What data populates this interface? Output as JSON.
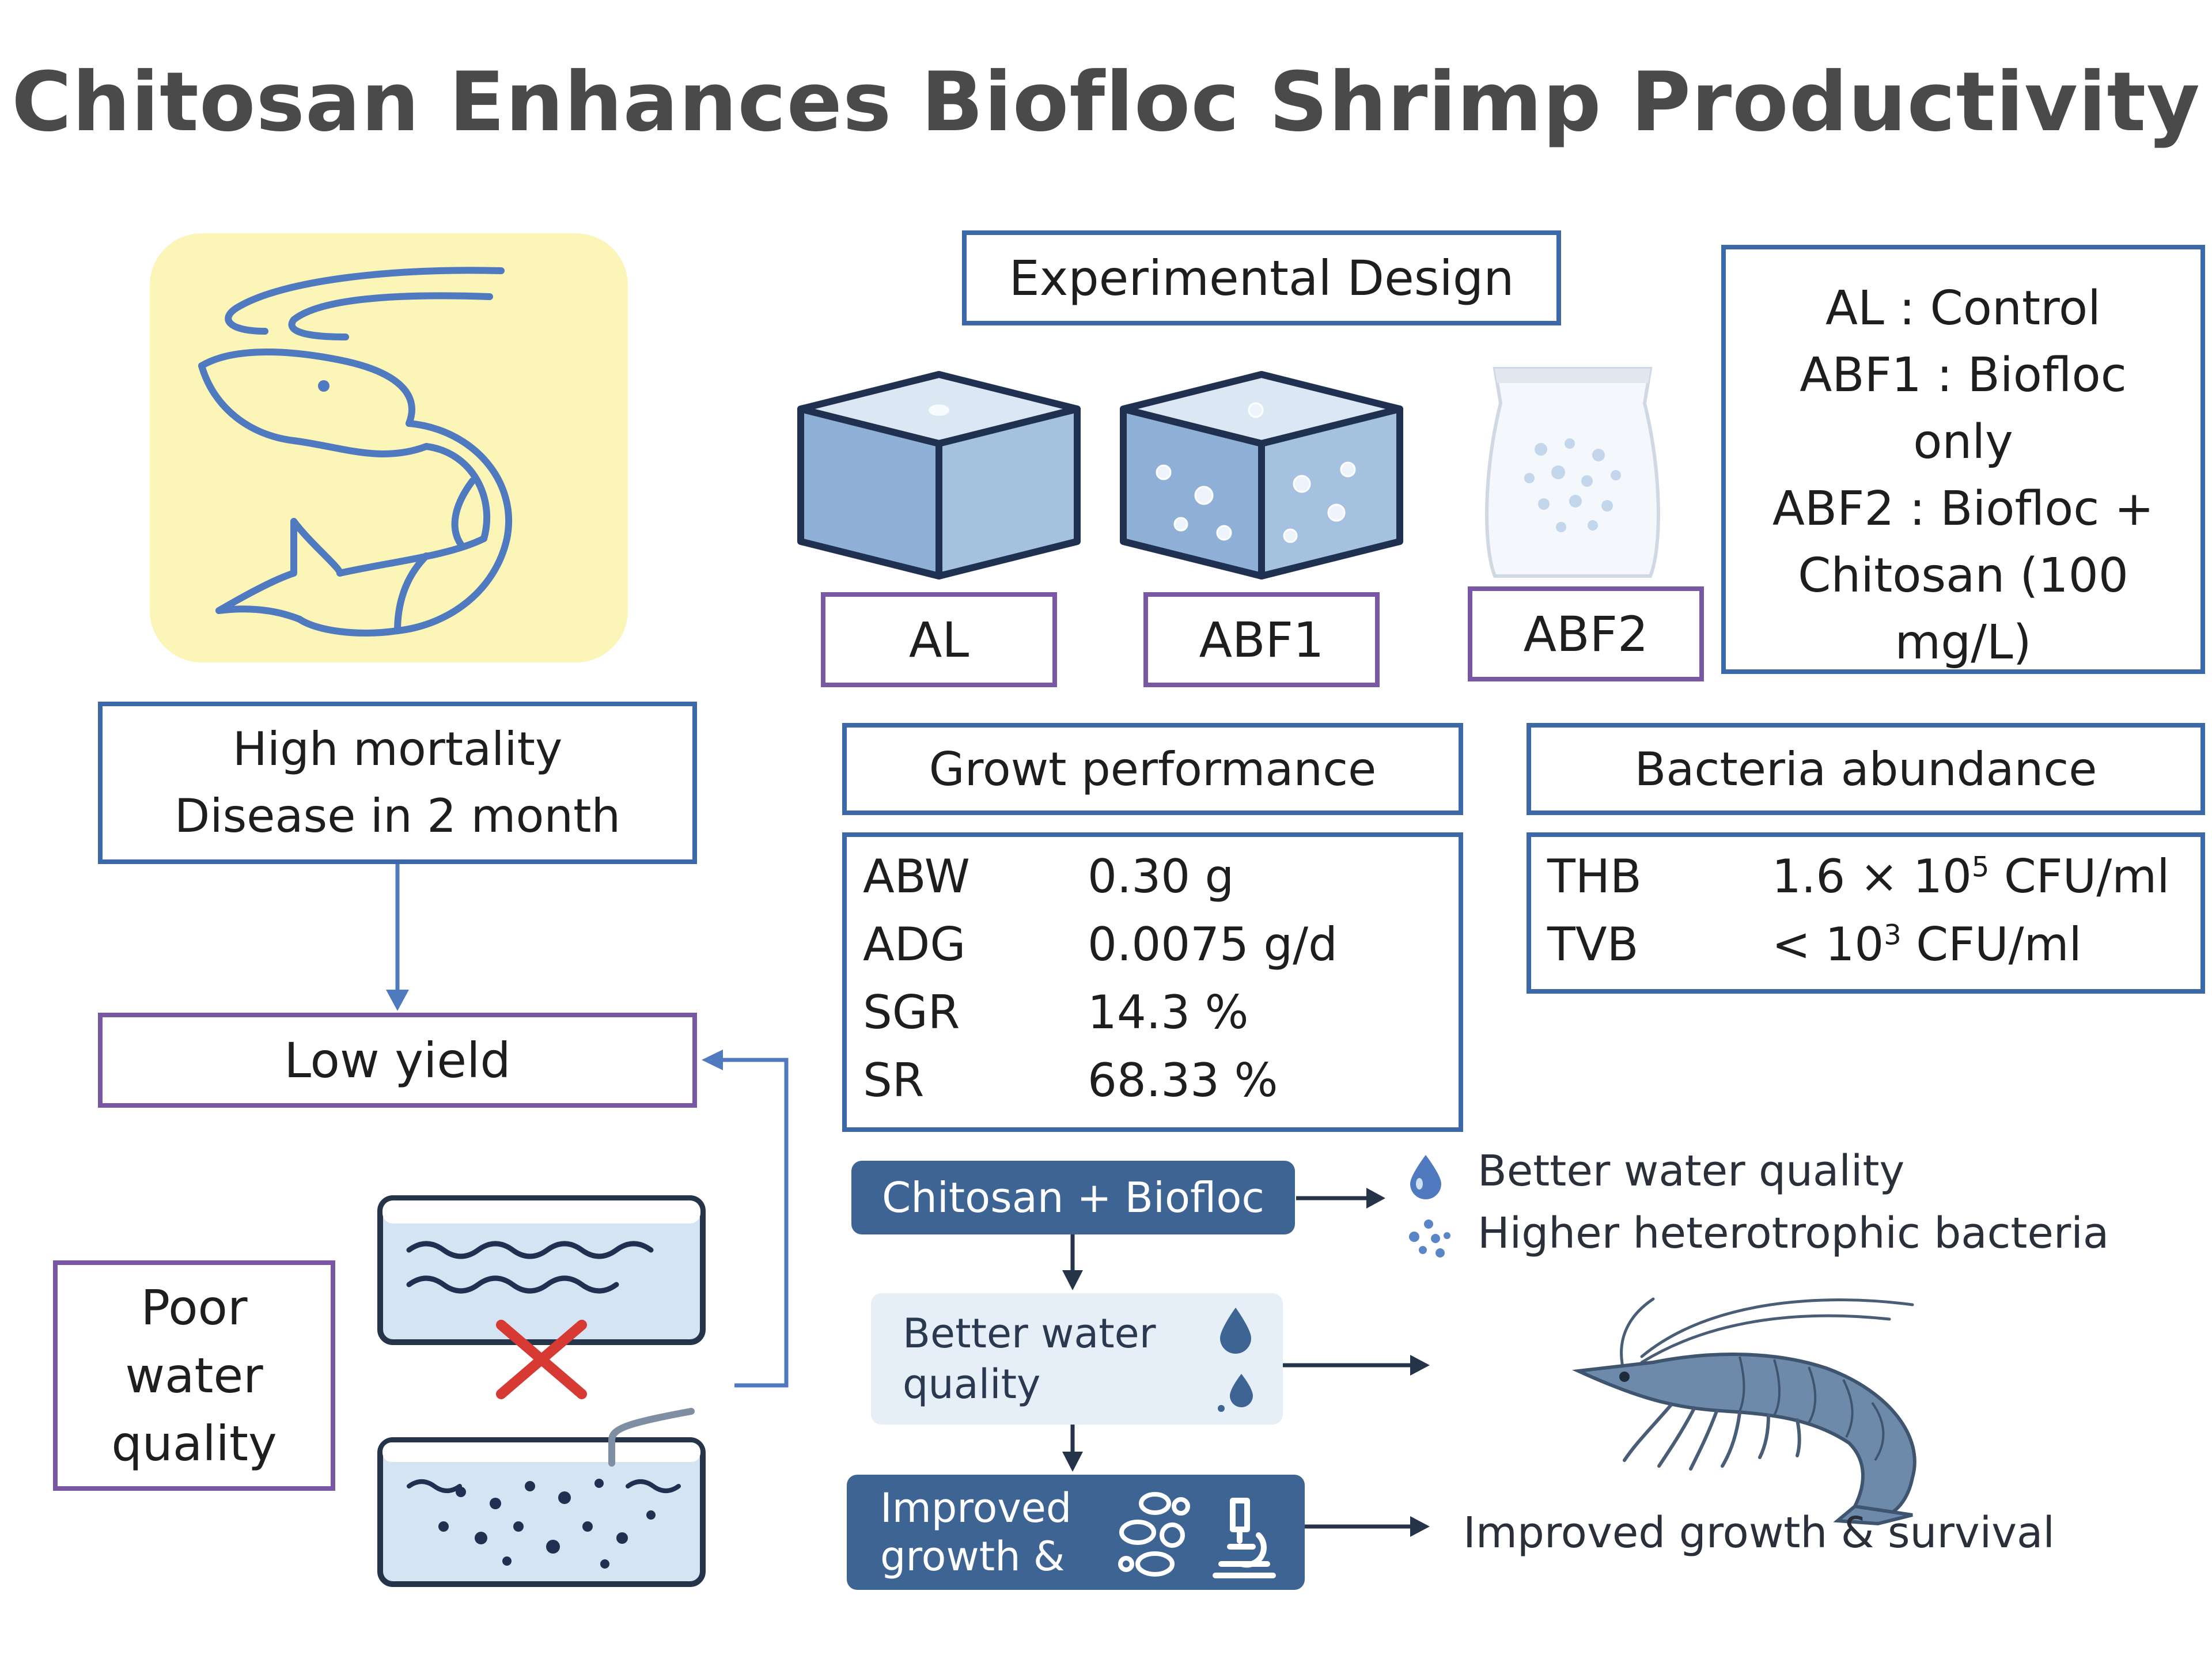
{
  "title": "Chitosan Enhances Biofloc Shrimp Productivity",
  "experimental_design": {
    "header": "Experimental Design",
    "treatments": [
      "AL",
      "ABF1",
      "ABF2"
    ],
    "legend": [
      "AL       : Control",
      "ABF1  : Biofloc",
      "only",
      "ABF2 : Biofloc +",
      "Chitosan (100",
      "mg/L)"
    ]
  },
  "problem": {
    "cause_lines": [
      "High mortality",
      "Disease in 2 month"
    ],
    "result": "Low yield",
    "water": [
      "Poor",
      "water",
      "quality"
    ]
  },
  "growth": {
    "header": "Growt performance",
    "rows": [
      {
        "label": "ABW",
        "value": "0.30 g"
      },
      {
        "label": "ADG",
        "value": "0.0075 g/d"
      },
      {
        "label": "SGR",
        "value": "14.3 %"
      },
      {
        "label": "SR",
        "value": "68.33 %"
      }
    ]
  },
  "bacteria": {
    "header": "Bacteria abundance",
    "rows": [
      {
        "label": "THB",
        "value_base": "1.6 × 10",
        "sup": "5",
        "unit": " CFU/ml"
      },
      {
        "label": "TVB",
        "value_base": "< 10",
        "sup": "3",
        "unit": " CFU/ml"
      }
    ]
  },
  "flow": {
    "start": "Chitosan + Biofloc",
    "outcomes": [
      "Better water quality",
      "Higher heterotrophic bacteria"
    ],
    "mid_lines": [
      "Better water",
      "quality"
    ],
    "end_lines": [
      "Improved",
      "growth &"
    ],
    "final": "Improved growth & survival"
  },
  "colors": {
    "blue_border": "#3d68a8",
    "purple_border": "#7a57a3",
    "dark_fill": "#3e6494",
    "light_fill": "#e6eef8",
    "panel_yellow": "#fbf5b8"
  }
}
